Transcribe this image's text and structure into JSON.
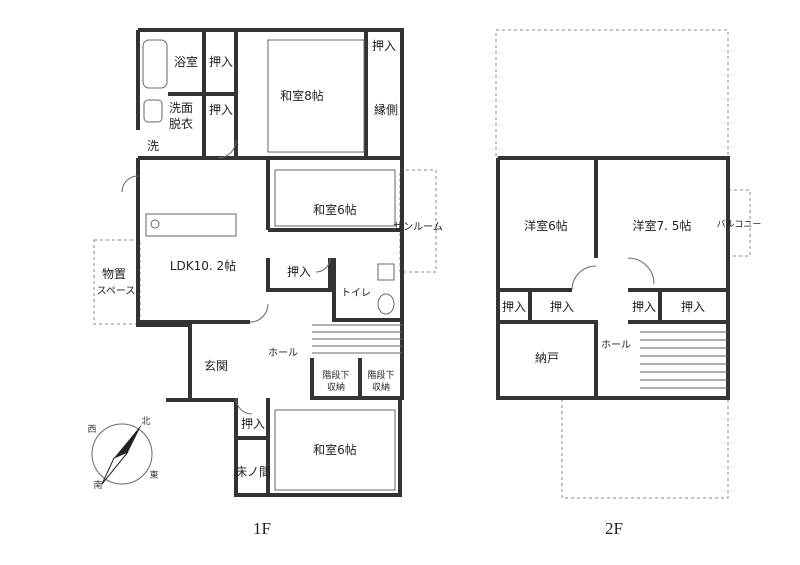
{
  "floor1": {
    "label": "1F",
    "rooms": {
      "bath": "浴室",
      "closet_bath": "押入",
      "washroom_1": "洗面",
      "washroom_2": "脱衣",
      "closet_wash": "押入",
      "washer": "洗",
      "washitsu8": "和室8帖",
      "closet_tr": "押入",
      "engawa": "縁側",
      "washitsu6_mid": "和室6帖",
      "sunroom": "サンルーム",
      "ldk": "LDK10. 2帖",
      "storage_1": "物置",
      "storage_2": "スペース",
      "closet_ldk": "押入",
      "toilet": "トイレ",
      "genkan": "玄関",
      "hall": "ホール",
      "under_stairs_a_1": "階段下",
      "under_stairs_a_2": "収納",
      "under_stairs_b_1": "階段下",
      "under_stairs_b_2": "収納",
      "closet_bottom": "押入",
      "tokonoma": "床ノ間",
      "washitsu6_bottom": "和室6帖"
    }
  },
  "floor2": {
    "label": "2F",
    "rooms": {
      "youshitsu6": "洋室6帖",
      "youshitsu75": "洋室7. 5帖",
      "balcony": "バルコニー",
      "closet_a": "押入",
      "closet_b": "押入",
      "closet_c": "押入",
      "closet_d": "押入",
      "nando": "納戸",
      "hall": "ホール"
    }
  },
  "compass": {
    "north": "北",
    "south": "南",
    "east": "東",
    "west": "西"
  }
}
